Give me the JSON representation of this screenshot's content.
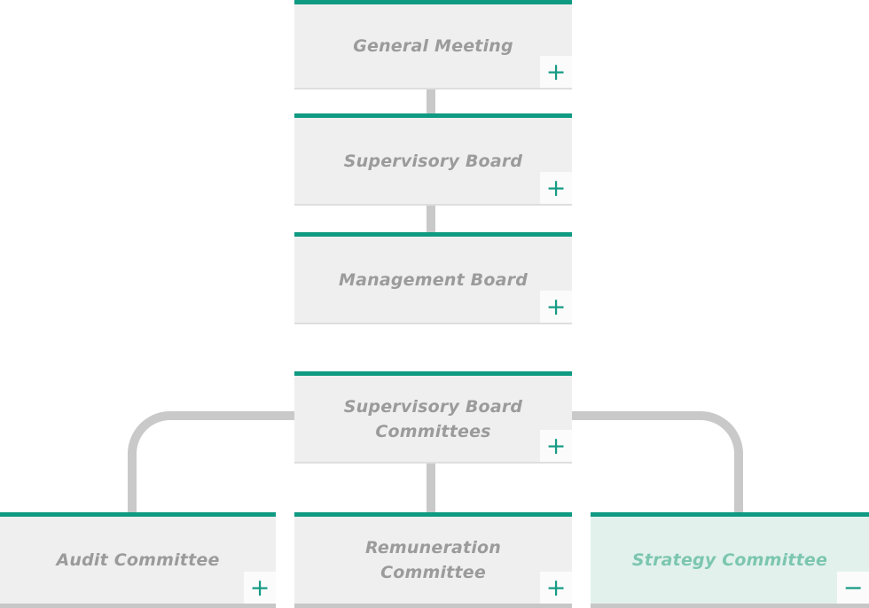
{
  "diagram": {
    "type": "org-chart",
    "palette": {
      "accent_teal": "#0f9a82",
      "node_background": "#efefef",
      "node_background_expanded": "#e2f1ec",
      "label_gray": "#9b9b9b",
      "label_expanded_teal": "#7cc6af",
      "connector_gray": "#c9c9c9",
      "button_background": "#fbfbfb",
      "plus_glyph_teal": "#169b84"
    },
    "nodes": [
      {
        "label": "General Meeting",
        "expand_glyph": "+",
        "state": "collapsed"
      },
      {
        "label": "Supervisory Board",
        "expand_glyph": "+",
        "state": "collapsed"
      },
      {
        "label": "Management Board",
        "expand_glyph": "+",
        "state": "collapsed"
      },
      {
        "label": "Supervisory Board Committees",
        "expand_glyph": "+",
        "state": "collapsed"
      },
      {
        "label": "Audit Committee",
        "expand_glyph": "+",
        "state": "collapsed"
      },
      {
        "label": "Remuneration Committee",
        "expand_glyph": "+",
        "state": "collapsed"
      },
      {
        "label": "Strategy Committee",
        "expand_glyph": "−",
        "state": "expanded"
      }
    ],
    "edges": [
      {
        "from": "General Meeting",
        "to": "Supervisory Board"
      },
      {
        "from": "Supervisory Board",
        "to": "Management Board"
      },
      {
        "from": "Supervisory Board Committees",
        "to": "Audit Committee"
      },
      {
        "from": "Supervisory Board Committees",
        "to": "Remuneration Committee"
      },
      {
        "from": "Supervisory Board Committees",
        "to": "Strategy Committee"
      }
    ]
  }
}
